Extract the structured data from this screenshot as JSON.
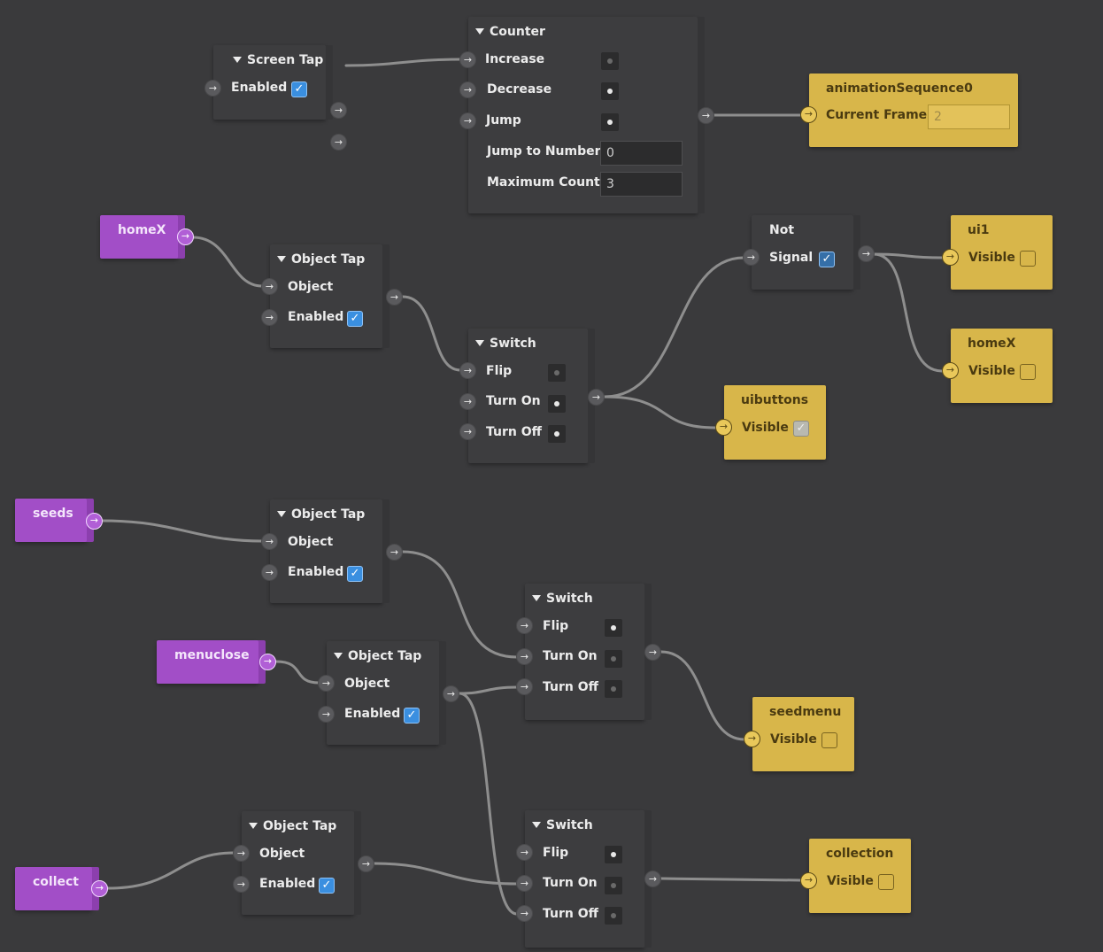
{
  "nodes": {
    "screen_tap": {
      "title": "Screen Tap",
      "enabled_label": "Enabled",
      "enabled": true
    },
    "counter": {
      "title": "Counter",
      "increase": "Increase",
      "decrease": "Decrease",
      "jump": "Jump",
      "jump_to_number_label": "Jump to Number",
      "jump_to_number_value": "0",
      "maximum_count_label": "Maximum Count",
      "maximum_count_value": "3"
    },
    "animation_sequence": {
      "title": "animationSequence0",
      "current_frame_label": "Current Frame",
      "current_frame_value": "2"
    },
    "homex_proxy": {
      "title": "homeX"
    },
    "object_tap_1": {
      "title": "Object Tap",
      "object_label": "Object",
      "enabled_label": "Enabled"
    },
    "not": {
      "title": "Not",
      "signal_label": "Signal"
    },
    "ui1": {
      "title": "ui1",
      "visible_label": "Visible"
    },
    "homex_obj": {
      "title": "homeX",
      "visible_label": "Visible"
    },
    "switch_1": {
      "title": "Switch",
      "flip": "Flip",
      "turn_on": "Turn On",
      "turn_off": "Turn Off"
    },
    "uibuttons": {
      "title": "uibuttons",
      "visible_label": "Visible"
    },
    "seeds_proxy": {
      "title": "seeds"
    },
    "object_tap_2": {
      "title": "Object Tap",
      "object_label": "Object",
      "enabled_label": "Enabled"
    },
    "switch_2": {
      "title": "Switch",
      "flip": "Flip",
      "turn_on": "Turn On",
      "turn_off": "Turn Off"
    },
    "menuclose_proxy": {
      "title": "menuclose"
    },
    "object_tap_3": {
      "title": "Object Tap",
      "object_label": "Object",
      "enabled_label": "Enabled"
    },
    "seedmenu": {
      "title": "seedmenu",
      "visible_label": "Visible"
    },
    "collect_proxy": {
      "title": "collect"
    },
    "object_tap_4": {
      "title": "Object Tap",
      "object_label": "Object",
      "enabled_label": "Enabled"
    },
    "switch_3": {
      "title": "Switch",
      "flip": "Flip",
      "turn_on": "Turn On",
      "turn_off": "Turn Off"
    },
    "collection": {
      "title": "collection",
      "visible_label": "Visible"
    }
  },
  "colors": {
    "canvas": "#2e2e2f",
    "patch_node": "#3d3d3f",
    "proxy_node": "#a24ec7",
    "object_node": "#d8b64a",
    "wire": "#8a8a8a",
    "checkbox_on": "#3a8fe0"
  }
}
